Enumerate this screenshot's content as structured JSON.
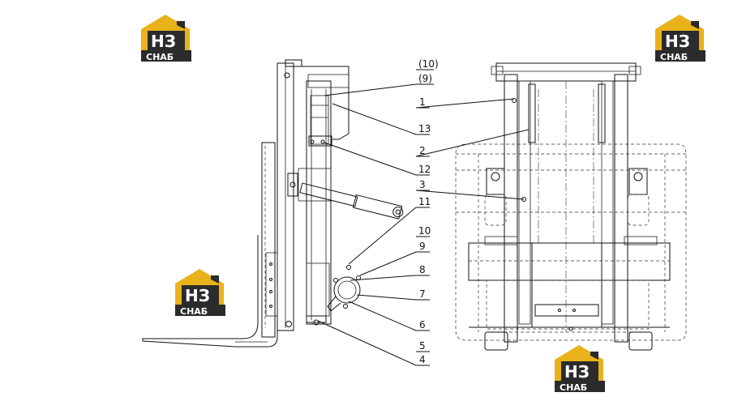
{
  "logo": {
    "letters": "НЗ",
    "word": "СНАБ",
    "gold": "#e9b21b",
    "dark": "#2b2b2b"
  },
  "callouts": [
    {
      "id": "c10a",
      "text": "(10)"
    },
    {
      "id": "c9a",
      "text": "(9)"
    },
    {
      "id": "c1",
      "text": "1"
    },
    {
      "id": "c13",
      "text": "13"
    },
    {
      "id": "c2",
      "text": "2"
    },
    {
      "id": "c12",
      "text": "12"
    },
    {
      "id": "c3",
      "text": "3"
    },
    {
      "id": "c11",
      "text": "11"
    },
    {
      "id": "c10",
      "text": "10"
    },
    {
      "id": "c9",
      "text": "9"
    },
    {
      "id": "c8",
      "text": "8"
    },
    {
      "id": "c7",
      "text": "7"
    },
    {
      "id": "c6",
      "text": "6"
    },
    {
      "id": "c5",
      "text": "5"
    },
    {
      "id": "c4",
      "text": "4"
    }
  ]
}
